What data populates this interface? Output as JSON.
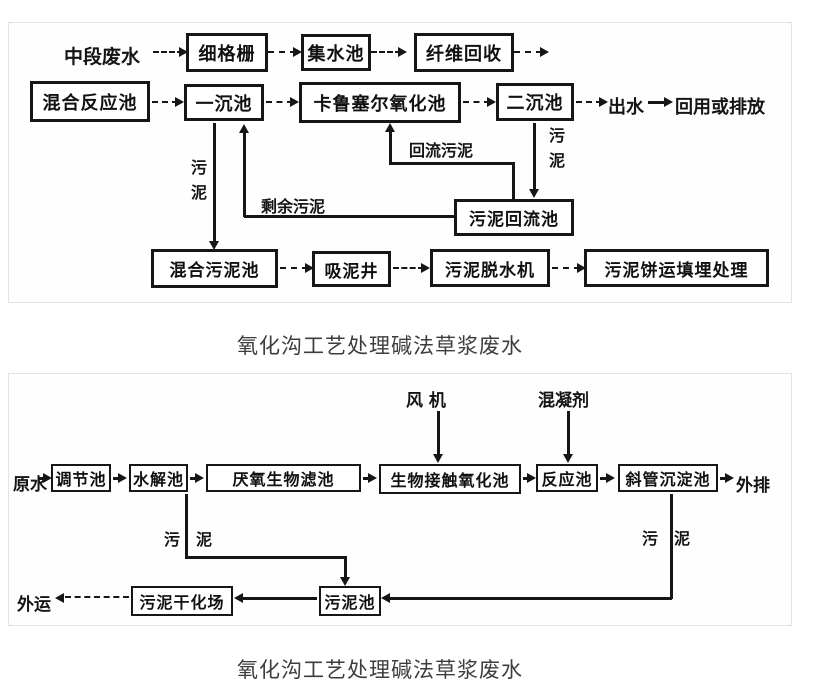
{
  "diagram1": {
    "caption": "氧化沟工艺处理碱法草浆废水",
    "nodes": {
      "mid_stage_wastewater": "中段废水",
      "fine_screen": "细格栅",
      "collecting_tank": "集水池",
      "fiber_recovery": "纤维回收",
      "mixing_reaction_tank": "混合反应池",
      "primary_sedimentation_tank": "一沉池",
      "carrousel_oxidation_tank": "卡鲁塞尔氧化池",
      "secondary_sedimentation_tank": "二沉池",
      "effluent": "出水",
      "reuse_or_discharge": "回用或排放",
      "sludge_return_tank": "污泥回流池",
      "mixed_sludge_tank": "混合污泥池",
      "sludge_suction_well": "吸泥井",
      "sludge_dewatering_machine": "污泥脱水机",
      "sludge_cake_landfill": "污泥饼运填埋处理"
    },
    "flow_labels": {
      "sludge_vertical_left": "污泥",
      "excess_sludge": "剩余污泥",
      "return_sludge": "回流污泥",
      "sludge_vertical_right": "污泥"
    }
  },
  "diagram2": {
    "caption": "氧化沟工艺处理碱法草浆废水",
    "nodes": {
      "raw_water": "原水",
      "regulating_tank": "调节池",
      "hydrolysis_tank": "水解池",
      "anaerobic_biofilter": "厌氧生物滤池",
      "bio_contact_oxidation_tank": "生物接触氧化池",
      "reaction_tank": "反应池",
      "inclined_tube_settling_tank": "斜管沉淀池",
      "discharge": "外排",
      "blower": "风 机",
      "coagulant": "混凝剂",
      "sludge_tank": "污泥池",
      "sludge_drying_bed": "污泥干化场",
      "transport_out": "外运"
    },
    "flow_labels": {
      "sludge_left_a": "污",
      "sludge_left_b": "泥",
      "sludge_right_a": "污",
      "sludge_right_b": "泥"
    }
  },
  "colors": {
    "ink": "#161616",
    "caption_text": "#3d3d3d",
    "panel_border": "#e4e4e4",
    "background": "#ffffff"
  }
}
